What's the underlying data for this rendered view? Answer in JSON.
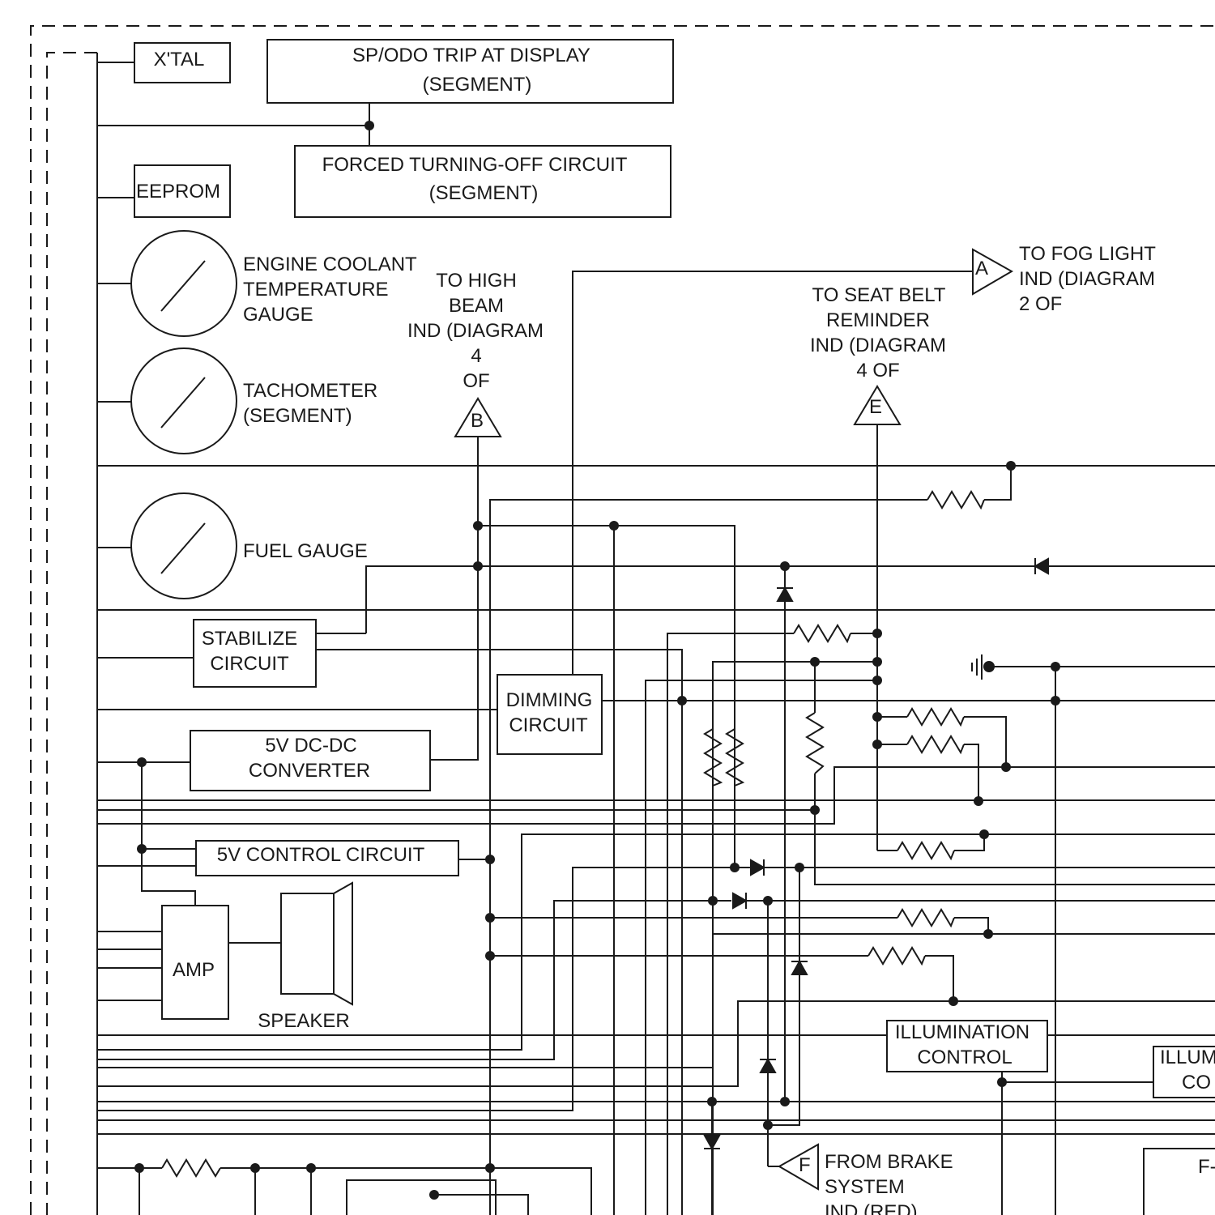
{
  "blocks": {
    "xtal": "X'TAL",
    "sp_odo_line1": "SP/ODO TRIP AT DISPLAY",
    "sp_odo_line2": "(SEGMENT)",
    "forced_line1": "FORCED TURNING-OFF CIRCUIT",
    "forced_line2": "(SEGMENT)",
    "eeprom": "EEPROM",
    "stabilize_line1": "STABILIZE",
    "stabilize_line2": "CIRCUIT",
    "dimming_line1": "DIMMING",
    "dimming_line2": "CIRCUIT",
    "dcdc_line1": "5V DC-DC",
    "dcdc_line2": "CONVERTER",
    "control5v": "5V CONTROL CIRCUIT",
    "amp": "AMP",
    "speaker": "SPEAKER",
    "illum_line1": "ILLUMINATION",
    "illum_line2": "CONTROL",
    "illum_cut_line1": "ILLUM",
    "illum_cut_line2": "CO",
    "f_cut": "F-"
  },
  "gauges": {
    "coolant_line1": "ENGINE COOLANT",
    "coolant_line2": "TEMPERATURE",
    "coolant_line3": "GAUGE",
    "tacho_line1": "TACHOMETER",
    "tacho_line2": "(SEGMENT)",
    "fuel": "FUEL GAUGE"
  },
  "connectors": {
    "a": "A",
    "b": "B",
    "e": "E",
    "f": "F",
    "high_beam_line1": "TO HIGH",
    "high_beam_line2": "BEAM",
    "high_beam_line3": "IND (DIAGRAM",
    "high_beam_line4": "4",
    "high_beam_line5": "OF",
    "seat_belt_line1": "TO SEAT BELT",
    "seat_belt_line2": "REMINDER",
    "seat_belt_line3": "IND (DIAGRAM",
    "seat_belt_line4": "4 OF",
    "fog_line1": "TO FOG LIGHT",
    "fog_line2": "IND (DIAGRAM",
    "fog_line3": "2 OF",
    "brake_line1": "FROM BRAKE",
    "brake_line2": "SYSTEM",
    "brake_line3": "IND (RED)"
  }
}
